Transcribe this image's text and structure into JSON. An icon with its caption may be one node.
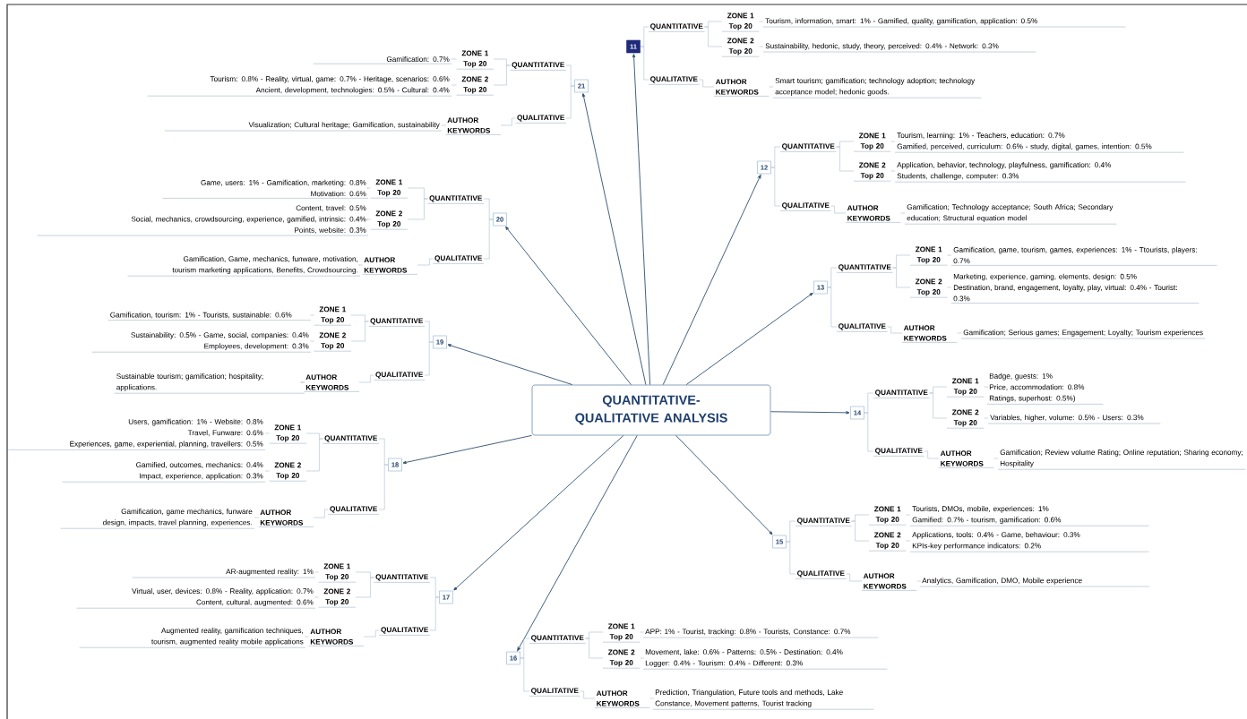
{
  "diagram": {
    "nodes": [
      {
        "text": [
          "QUANTITATIVE-QUALITATIVE ANALYSIS"
        ]
      },
      {
        "text": [
          "11"
        ]
      },
      {
        "text": [
          "QUANTITATIVE"
        ]
      },
      {
        "text": [
          "ZONE 1 Top 20"
        ]
      },
      {
        "text": [
          "Tourism, information, smart: 1% - Gamified, quality, gamification, application: 0.5%"
        ]
      },
      {
        "text": [
          "ZONE 2 Top 20"
        ]
      },
      {
        "text": [
          "Sustainability, hedonic, study, theory, perceived: 0.4% - Network: 0.3%"
        ]
      },
      {
        "text": [
          "QUALITATIVE"
        ]
      },
      {
        "text": [
          "AUTHOR KEYWORDS"
        ]
      },
      {
        "text": [
          "Smart tourism; gamification; technology adoption; technology acceptance model; hedonic goods."
        ]
      },
      {
        "text": [
          "12"
        ]
      },
      {
        "text": [
          "QUANTITATIVE"
        ]
      },
      {
        "text": [
          "ZONE 1 Top 20"
        ]
      },
      {
        "text": [
          "Tourism, learning: 1% - Teachers, education: 0.7%",
          "Gamified, perceived, curriculum: 0.6% - study, digital, games, intention: 0.5%"
        ]
      },
      {
        "text": [
          "ZONE 2 Top 20"
        ]
      },
      {
        "text": [
          "Application, behavior, technology, playfulness, gamification: 0.4%",
          "Students, challenge, computer: 0.3%"
        ]
      },
      {
        "text": [
          "QUALITATIVE"
        ]
      },
      {
        "text": [
          "AUTHOR KEYWORDS"
        ]
      },
      {
        "text": [
          "Gamification; Technology acceptance; South Africa; Secondary education; Structural equation model"
        ]
      },
      {
        "text": [
          "13"
        ]
      },
      {
        "text": [
          "QUANTITATIVE"
        ]
      },
      {
        "text": [
          "ZONE 1 Top 20"
        ]
      },
      {
        "text": [
          "Gamification, game, tourism, games, experiences: 1% - Ttourists, players: 0.7%"
        ]
      },
      {
        "text": [
          "ZONE 2 Top 20"
        ]
      },
      {
        "text": [
          "Marketing, experience, gaming, elements, design: 0.5%",
          "Destination, brand, engagement, loyalty, play, virtual: 0.4% - Tourist: 0.3%"
        ]
      },
      {
        "text": [
          "QUALITATIVE"
        ]
      },
      {
        "text": [
          "AUTHOR KEYWORDS"
        ]
      },
      {
        "text": [
          "Gamification; Serious games; Engagement; Loyalty; Tourism experiences"
        ]
      },
      {
        "text": [
          "14"
        ]
      },
      {
        "text": [
          "QUANTITATIVE"
        ]
      },
      {
        "text": [
          "ZONE 1 Top 20"
        ]
      },
      {
        "text": [
          "Badge, guests: 1%",
          "Price, accommodation: 0.8%",
          "Ratings, superhost: 0.5%)"
        ]
      },
      {
        "text": [
          "ZONE 2 Top 20"
        ]
      },
      {
        "text": [
          "Variables, higher, volume: 0.5% - Users: 0.3%"
        ]
      },
      {
        "text": [
          "QUALITATIVE"
        ]
      },
      {
        "text": [
          "AUTHOR KEYWORDS"
        ]
      },
      {
        "text": [
          "Gamification; Review volume Rating; Online reputation; Sharing economy; Hospitality"
        ]
      },
      {
        "text": [
          "15"
        ]
      },
      {
        "text": [
          "QUANTITATIVE"
        ]
      },
      {
        "text": [
          "ZONE 1 Top 20"
        ]
      },
      {
        "text": [
          "Tourists, DMOs, mobile, experiences: 1%",
          "Gamified: 0.7% - tourism, gamification: 0.6%"
        ]
      },
      {
        "text": [
          "ZONE 2 Top 20"
        ]
      },
      {
        "text": [
          "Applications, tools: 0.4% - Game, behaviour: 0.3%",
          "KPIs-key performance indicators: 0.2%"
        ]
      },
      {
        "text": [
          "QUALITATIVE"
        ]
      },
      {
        "text": [
          "AUTHOR KEYWORDS"
        ]
      },
      {
        "text": [
          "Analytics, Gamification, DMO, Mobile experience"
        ]
      },
      {
        "text": [
          "16"
        ]
      },
      {
        "text": [
          "QUANTITATIVE"
        ]
      },
      {
        "text": [
          "ZONE 1 Top 20"
        ]
      },
      {
        "text": [
          "APP: 1% - Tourist, tracking: 0.8% - Tourists, Constance: 0.7%"
        ]
      },
      {
        "text": [
          "ZONE 2 Top 20"
        ]
      },
      {
        "text": [
          "Movement, lake: 0.6% - Patterns: 0.5% - Destination: 0.4%",
          "Logger: 0.4% - Tourism: 0.4% - Different: 0.3%"
        ]
      },
      {
        "text": [
          "QUALITATIVE"
        ]
      },
      {
        "text": [
          "AUTHOR KEYWORDS"
        ]
      },
      {
        "text": [
          "Prediction, Triangulation, Future tools and methods, Lake Constance, Movement patterns, Tourist tracking"
        ]
      },
      {
        "text": [
          "17"
        ]
      },
      {
        "text": [
          "QUANTITATIVE"
        ]
      },
      {
        "text": [
          "ZONE 1 Top 20"
        ]
      },
      {
        "text": [
          "AR-augmented reality: 1%"
        ]
      },
      {
        "text": [
          "ZONE 2 Top 20"
        ]
      },
      {
        "text": [
          "Virtual, user, devices: 0.8% - Reality, application: 0.7%",
          "Content, cultural, augmented: 0.6%"
        ]
      },
      {
        "text": [
          "QUALITATIVE"
        ]
      },
      {
        "text": [
          "AUTHOR KEYWORDS"
        ]
      },
      {
        "text": [
          "Augmented reality, gamification techniques, tourism, augmented reality mobile applications"
        ]
      },
      {
        "text": [
          "18"
        ]
      },
      {
        "text": [
          "QUANTITATIVE"
        ]
      },
      {
        "text": [
          "ZONE 1 Top 20"
        ]
      },
      {
        "text": [
          "Users, gamification: 1% - Website: 0.8%",
          "Travel, Funware: 0.6%",
          "Experiences, game, experiential, planning, travellers: 0.5%"
        ]
      },
      {
        "text": [
          "ZONE 2 Top 20"
        ]
      },
      {
        "text": [
          "Gamified, outcomes, mechanics: 0.4%",
          "Impact, experience, application: 0.3%"
        ]
      },
      {
        "text": [
          "QUALITATIVE"
        ]
      },
      {
        "text": [
          "AUTHOR KEYWORDS"
        ]
      },
      {
        "text": [
          "Gamification, game mechanics, funware design, impacts, travel planning, experiences."
        ]
      },
      {
        "text": [
          "19"
        ]
      },
      {
        "text": [
          "QUANTITATIVE"
        ]
      },
      {
        "text": [
          "ZONE 1 Top 20"
        ]
      },
      {
        "text": [
          "Gamification, tourism: 1% - Tourists, sustainable: 0.6%"
        ]
      },
      {
        "text": [
          "ZONE 2 Top 20"
        ]
      },
      {
        "text": [
          "Sustainability: 0.5% - Game, social, companies: 0.4%",
          "Employees, development: 0.3%"
        ]
      },
      {
        "text": [
          "QUALITATIVE"
        ]
      },
      {
        "text": [
          "AUTHOR KEYWORDS"
        ]
      },
      {
        "text": [
          "Sustainable tourism; gamification; hospitality; applications."
        ]
      },
      {
        "text": [
          "20"
        ]
      },
      {
        "text": [
          "QUANTITATIVE"
        ]
      },
      {
        "text": [
          "ZONE 1 Top 20"
        ]
      },
      {
        "text": [
          "Game, users: 1% - Gamification, marketing: 0.8%",
          "Motivation: 0.6%"
        ]
      },
      {
        "text": [
          "ZONE 2 Top 20"
        ]
      },
      {
        "text": [
          "Content, travel: 0.5%",
          "Social, mechanics, crowdsourcing, experience, gamified, intrinsic: 0.4%",
          "Points, website: 0.3%"
        ]
      },
      {
        "text": [
          "QUALITATIVE"
        ]
      },
      {
        "text": [
          "AUTHOR KEYWORDS"
        ]
      },
      {
        "text": [
          "Gamification, Game, mechanics, funware, motivation, tourism marketing applications, Benefits, Crowdsourcing."
        ]
      },
      {
        "text": [
          "21"
        ]
      },
      {
        "text": [
          "QUANTITATIVE"
        ]
      },
      {
        "text": [
          "ZONE 1 Top 20"
        ]
      },
      {
        "text": [
          "Gamification: 0.7%"
        ]
      },
      {
        "text": [
          "ZONE 2 Top 20"
        ]
      },
      {
        "text": [
          "Tourism: 0.8% - Reality, virtual, game: 0.7% - Heritage, scenarios: 0.6%",
          "Ancient, development, technologies: 0.5% - Cultural: 0.4%"
        ]
      },
      {
        "text": [
          "QUALITATIVE"
        ]
      },
      {
        "text": [
          "AUTHOR KEYWORDS"
        ]
      },
      {
        "text": [
          "Visualization; Cultural heritage; Gamification, sustainability"
        ]
      }
    ],
    "edges": [
      {
        "from": 0,
        "to": 1,
        "arrow": "to",
        "color": "#2f4f6f"
      },
      {
        "from": 1,
        "to": 2,
        "arrow": "none"
      },
      {
        "from": 2,
        "to": 3,
        "arrow": "none"
      },
      {
        "from": 3,
        "to": 4,
        "arrow": "none"
      },
      {
        "from": 2,
        "to": 5,
        "arrow": "none"
      },
      {
        "from": 5,
        "to": 6,
        "arrow": "none"
      },
      {
        "from": 1,
        "to": 7,
        "arrow": "none"
      },
      {
        "from": 7,
        "to": 8,
        "arrow": "none"
      },
      {
        "from": 8,
        "to": 9,
        "arrow": "none"
      },
      {
        "from": 0,
        "to": 10,
        "arrow": "to",
        "color": "#2f4f6f"
      },
      {
        "from": 10,
        "to": 11,
        "arrow": "none"
      },
      {
        "from": 11,
        "to": 12,
        "arrow": "none"
      },
      {
        "from": 12,
        "to": 13,
        "arrow": "none"
      },
      {
        "from": 11,
        "to": 14,
        "arrow": "none"
      },
      {
        "from": 14,
        "to": 15,
        "arrow": "none"
      },
      {
        "from": 10,
        "to": 16,
        "arrow": "none"
      },
      {
        "from": 16,
        "to": 17,
        "arrow": "none"
      },
      {
        "from": 17,
        "to": 18,
        "arrow": "none"
      },
      {
        "from": 0,
        "to": 19,
        "arrow": "to",
        "color": "#2f4f6f"
      },
      {
        "from": 19,
        "to": 20,
        "arrow": "none"
      },
      {
        "from": 20,
        "to": 21,
        "arrow": "none"
      },
      {
        "from": 21,
        "to": 22,
        "arrow": "none"
      },
      {
        "from": 20,
        "to": 23,
        "arrow": "none"
      },
      {
        "from": 23,
        "to": 24,
        "arrow": "none"
      },
      {
        "from": 19,
        "to": 25,
        "arrow": "none"
      },
      {
        "from": 25,
        "to": 26,
        "arrow": "none"
      },
      {
        "from": 26,
        "to": 27,
        "arrow": "none"
      },
      {
        "from": 0,
        "to": 28,
        "arrow": "to",
        "color": "#2f4f6f"
      },
      {
        "from": 28,
        "to": 29,
        "arrow": "none"
      },
      {
        "from": 29,
        "to": 30,
        "arrow": "none"
      },
      {
        "from": 30,
        "to": 31,
        "arrow": "none"
      },
      {
        "from": 29,
        "to": 32,
        "arrow": "none"
      },
      {
        "from": 32,
        "to": 33,
        "arrow": "none"
      },
      {
        "from": 28,
        "to": 34,
        "arrow": "none"
      },
      {
        "from": 34,
        "to": 35,
        "arrow": "none"
      },
      {
        "from": 35,
        "to": 36,
        "arrow": "none"
      },
      {
        "from": 0,
        "to": 37,
        "arrow": "to",
        "color": "#2f4f6f"
      },
      {
        "from": 37,
        "to": 38,
        "arrow": "none"
      },
      {
        "from": 38,
        "to": 39,
        "arrow": "none"
      },
      {
        "from": 39,
        "to": 40,
        "arrow": "none"
      },
      {
        "from": 38,
        "to": 41,
        "arrow": "none"
      },
      {
        "from": 41,
        "to": 42,
        "arrow": "none"
      },
      {
        "from": 37,
        "to": 43,
        "arrow": "none"
      },
      {
        "from": 43,
        "to": 44,
        "arrow": "none"
      },
      {
        "from": 44,
        "to": 45,
        "arrow": "none"
      },
      {
        "from": 0,
        "to": 46,
        "arrow": "to",
        "color": "#2f4f6f"
      },
      {
        "from": 46,
        "to": 47,
        "arrow": "none"
      },
      {
        "from": 47,
        "to": 48,
        "arrow": "none"
      },
      {
        "from": 48,
        "to": 49,
        "arrow": "none"
      },
      {
        "from": 47,
        "to": 50,
        "arrow": "none"
      },
      {
        "from": 50,
        "to": 51,
        "arrow": "none"
      },
      {
        "from": 46,
        "to": 52,
        "arrow": "none"
      },
      {
        "from": 52,
        "to": 53,
        "arrow": "none"
      },
      {
        "from": 53,
        "to": 54,
        "arrow": "none"
      },
      {
        "from": 0,
        "to": 55,
        "arrow": "to",
        "color": "#2f4f6f"
      },
      {
        "from": 55,
        "to": 56,
        "arrow": "none"
      },
      {
        "from": 56,
        "to": 57,
        "arrow": "none"
      },
      {
        "from": 57,
        "to": 58,
        "arrow": "none"
      },
      {
        "from": 56,
        "to": 59,
        "arrow": "none"
      },
      {
        "from": 59,
        "to": 60,
        "arrow": "none"
      },
      {
        "from": 55,
        "to": 61,
        "arrow": "none"
      },
      {
        "from": 61,
        "to": 62,
        "arrow": "none"
      },
      {
        "from": 62,
        "to": 63,
        "arrow": "none"
      },
      {
        "from": 0,
        "to": 64,
        "arrow": "to",
        "color": "#2f4f6f"
      },
      {
        "from": 64,
        "to": 65,
        "arrow": "none"
      },
      {
        "from": 65,
        "to": 66,
        "arrow": "none"
      },
      {
        "from": 66,
        "to": 67,
        "arrow": "none"
      },
      {
        "from": 65,
        "to": 68,
        "arrow": "none"
      },
      {
        "from": 68,
        "to": 69,
        "arrow": "none"
      },
      {
        "from": 64,
        "to": 70,
        "arrow": "none"
      },
      {
        "from": 70,
        "to": 71,
        "arrow": "none"
      },
      {
        "from": 71,
        "to": 72,
        "arrow": "none"
      },
      {
        "from": 0,
        "to": 73,
        "arrow": "to",
        "color": "#2f4f6f"
      },
      {
        "from": 73,
        "to": 74,
        "arrow": "none"
      },
      {
        "from": 74,
        "to": 75,
        "arrow": "none"
      },
      {
        "from": 75,
        "to": 76,
        "arrow": "none"
      },
      {
        "from": 74,
        "to": 77,
        "arrow": "none"
      },
      {
        "from": 77,
        "to": 78,
        "arrow": "none"
      },
      {
        "from": 73,
        "to": 79,
        "arrow": "none"
      },
      {
        "from": 79,
        "to": 80,
        "arrow": "none"
      },
      {
        "from": 80,
        "to": 81,
        "arrow": "none"
      },
      {
        "from": 0,
        "to": 82,
        "arrow": "to",
        "color": "#2f4f6f"
      },
      {
        "from": 82,
        "to": 83,
        "arrow": "none"
      },
      {
        "from": 83,
        "to": 84,
        "arrow": "none"
      },
      {
        "from": 84,
        "to": 85,
        "arrow": "none"
      },
      {
        "from": 83,
        "to": 86,
        "arrow": "none"
      },
      {
        "from": 86,
        "to": 87,
        "arrow": "none"
      },
      {
        "from": 82,
        "to": 88,
        "arrow": "none"
      },
      {
        "from": 88,
        "to": 89,
        "arrow": "none"
      },
      {
        "from": 89,
        "to": 90,
        "arrow": "none"
      },
      {
        "from": 0,
        "to": 91,
        "arrow": "to",
        "color": "#2f4f6f"
      },
      {
        "from": 91,
        "to": 92,
        "arrow": "none"
      },
      {
        "from": 92,
        "to": 93,
        "arrow": "none"
      },
      {
        "from": 93,
        "to": 94,
        "arrow": "none"
      },
      {
        "from": 92,
        "to": 95,
        "arrow": "none"
      },
      {
        "from": 95,
        "to": 96,
        "arrow": "none"
      },
      {
        "from": 91,
        "to": 97,
        "arrow": "none"
      },
      {
        "from": 97,
        "to": 98,
        "arrow": "none"
      },
      {
        "from": 98,
        "to": 99,
        "arrow": "none"
      }
    ]
  }
}
